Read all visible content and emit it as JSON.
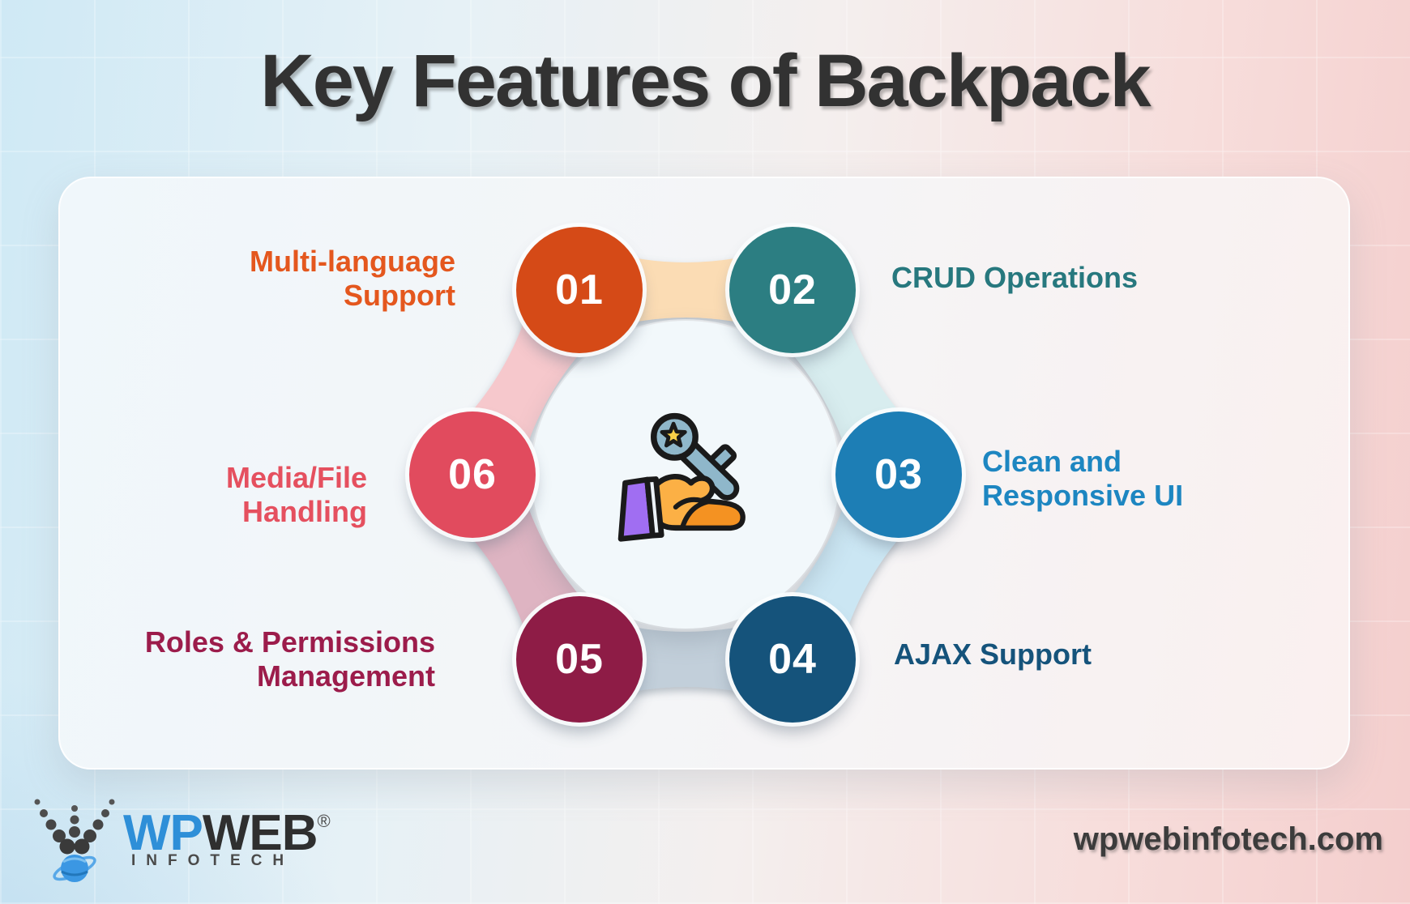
{
  "title": "Key Features of Backpack",
  "center_icon": "hand-holding-key",
  "features": [
    {
      "number": "01",
      "lines": [
        "Multi-language",
        "Support"
      ],
      "circle_color": "#d54a17",
      "label_color": "#e4571e"
    },
    {
      "number": "02",
      "lines": [
        "CRUD Operations"
      ],
      "circle_color": "#2c7e82",
      "label_color": "#27787e"
    },
    {
      "number": "03",
      "lines": [
        "Clean and",
        "Responsive UI"
      ],
      "circle_color": "#1d7eb5",
      "label_color": "#1d86c1"
    },
    {
      "number": "04",
      "lines": [
        "AJAX Support"
      ],
      "circle_color": "#15537b",
      "label_color": "#15537b"
    },
    {
      "number": "05",
      "lines": [
        "Roles & Permissions",
        "Management"
      ],
      "circle_color": "#8e1c46",
      "label_color": "#9c1c4b"
    },
    {
      "number": "06",
      "lines": [
        "Media/File",
        "Handling"
      ],
      "circle_color": "#e14b5e",
      "label_color": "#e5505f"
    }
  ],
  "connectors": [
    {
      "between": "01-02",
      "color": "#fbdcb4"
    },
    {
      "between": "02-03",
      "color": "#d8edef"
    },
    {
      "between": "03-04",
      "color": "#cbe6f3"
    },
    {
      "between": "04-05",
      "color": "#c2cfda"
    },
    {
      "between": "05-06",
      "color": "#deb4c2"
    },
    {
      "between": "06-01",
      "color": "#f6c8cc"
    }
  ],
  "icon_colors": {
    "hand": "#fcb045",
    "hand_shade": "#f49222",
    "sleeve": "#a06ef2",
    "key": "#8fb7ca",
    "star": "#f8cf47",
    "outline": "#1a1a1a"
  },
  "branding": {
    "logo_wp": "WP",
    "logo_web": "WEB",
    "logo_reg": "®",
    "logo_sub": "INFOTECH",
    "website": "wpwebinfotech.com"
  }
}
